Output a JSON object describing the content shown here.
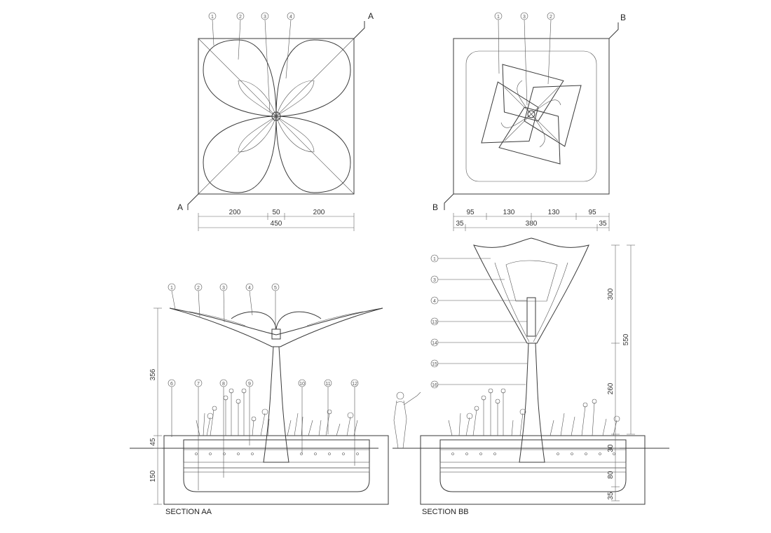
{
  "plan_a": {
    "callouts": [
      "1",
      "2",
      "3",
      "4"
    ],
    "cut_label": "A",
    "dims_row1": [
      "200",
      "50",
      "200"
    ],
    "dims_row2": [
      "450"
    ]
  },
  "plan_b": {
    "callouts": [
      "1",
      "3",
      "2"
    ],
    "cut_label": "B",
    "dims_row1": [
      "95",
      "130",
      "130",
      "95"
    ],
    "dims_row2": [
      "35",
      "380",
      "35"
    ]
  },
  "section_aa": {
    "title": "SECTION AA",
    "callouts_top": [
      "1",
      "2",
      "3",
      "4",
      "5"
    ],
    "callouts_bottom": [
      "6",
      "7",
      "8",
      "9",
      "10",
      "11",
      "12"
    ],
    "vdims": [
      "356",
      "45",
      "150"
    ]
  },
  "section_bb": {
    "title": "SECTION BB",
    "callouts_left": [
      "1",
      "3",
      "4",
      "13",
      "14",
      "15",
      "16"
    ],
    "vdims_outer": [
      "550"
    ],
    "vdims_inner": [
      "300",
      "260",
      "30",
      "80",
      "35"
    ]
  },
  "colors": {
    "line": "#3a3a3a",
    "hatch": "#8a8a8a",
    "background": "#ffffff"
  }
}
